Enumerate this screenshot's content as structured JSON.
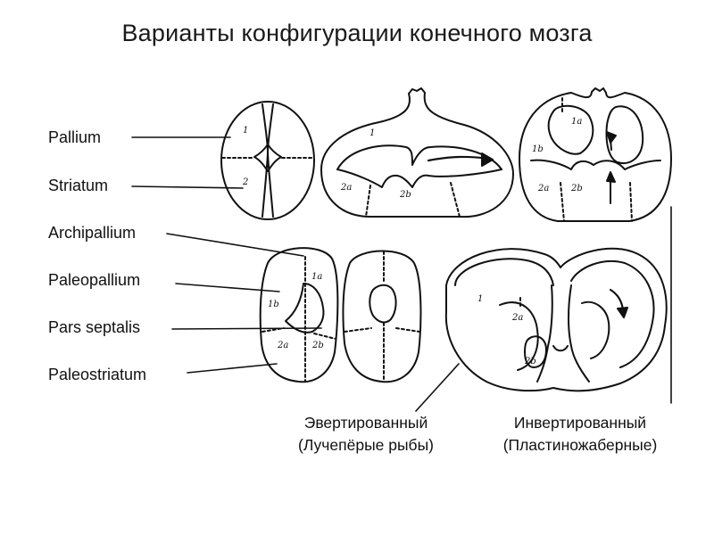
{
  "title": "Варианты конфигурации конечного мозга",
  "left_labels": [
    "Pallium",
    "Striatum",
    "Archipallium",
    "Paleopallium",
    "Pars septalis",
    "Paleostriatum"
  ],
  "captions": {
    "everted": {
      "line1": "Эвертированный",
      "line2": "(Лучепёрые рыбы)"
    },
    "inverted": {
      "line1": "Инвертированный",
      "line2": "(Пластиножаберные)"
    }
  },
  "region_marks": {
    "one": "1",
    "two": "2",
    "one_a": "1a",
    "one_b": "1b",
    "two_a": "2a",
    "two_b": "2b"
  }
}
